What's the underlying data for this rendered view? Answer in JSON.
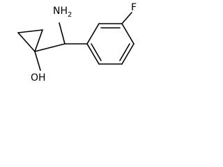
{
  "molecule": {
    "labels": {
      "amine": "NH",
      "amine_subscript": "2",
      "hydroxyl": "OH",
      "fluorine": "F"
    }
  }
}
